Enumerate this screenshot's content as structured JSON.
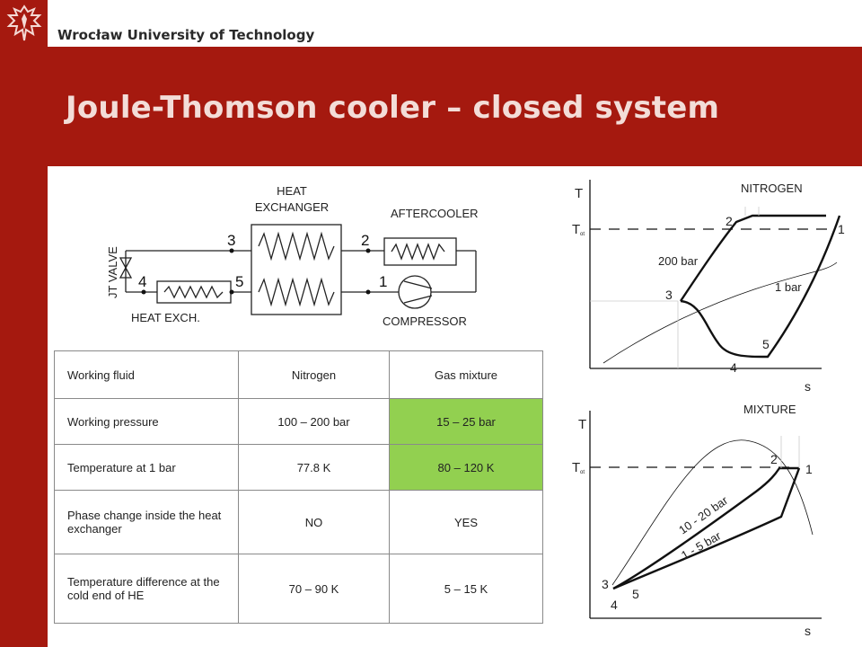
{
  "header": {
    "university": "Wrocław University of Technology",
    "title": "Joule-Thomson cooler – closed system",
    "brand_color": "#a5190f"
  },
  "schematic": {
    "heat_exchanger_label": [
      "HEAT",
      "EXCHANGER"
    ],
    "aftercooler_label": "AFTERCOOLER",
    "jt_valve_label": "JT VALVE",
    "heat_exch_label": "HEAT EXCH.",
    "compressor_label": "COMPRESSOR",
    "points": [
      "3",
      "2",
      "4",
      "5",
      "1"
    ]
  },
  "table": {
    "headers": [
      "Working fluid",
      "Nitrogen",
      "Gas mixture"
    ],
    "rows": [
      [
        "Working pressure",
        "100 – 200 bar",
        "15 – 25 bar"
      ],
      [
        "Temperature at 1 bar",
        "77.8 K",
        "80 – 120 K"
      ],
      [
        "Phase change inside the heat exchanger",
        "NO",
        "YES"
      ],
      [
        "Temperature difference at the cold end of HE",
        "70 – 90 K",
        "5 – 15 K"
      ]
    ],
    "highlight_color": "#92d050"
  },
  "ts_nitrogen": {
    "title": "NITROGEN",
    "y_axis": "T",
    "x_axis": "s",
    "tot_label": "T",
    "tot_sub": "ot",
    "high_pressure": "200 bar",
    "low_pressure": "1 bar",
    "points": [
      "1",
      "2",
      "3",
      "4",
      "5"
    ]
  },
  "ts_mixture": {
    "title": "MIXTURE",
    "y_axis": "T",
    "x_axis": "s",
    "tot_label": "T",
    "tot_sub": "ot",
    "high_pressure": "10 - 20 bar",
    "low_pressure": "1 - 5 bar",
    "points": [
      "1",
      "2",
      "3",
      "4",
      "5"
    ]
  }
}
